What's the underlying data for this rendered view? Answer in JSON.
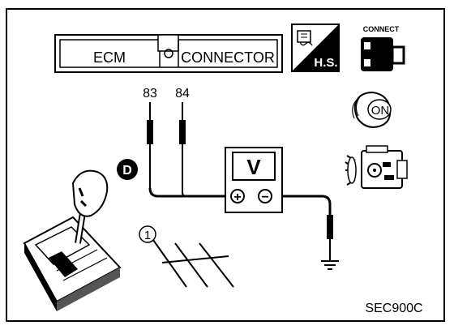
{
  "connector_label": {
    "ecm": "ECM",
    "connector": "CONNECTOR"
  },
  "icons": {
    "hs": "H.S.",
    "connect": "CONNECT",
    "ignition_on": "ON"
  },
  "terminals": [
    "83",
    "84"
  ],
  "voltmeter": {
    "symbol": "V",
    "plus": "+",
    "minus": "−"
  },
  "shift_position": "D",
  "callout": "1",
  "reference_code": "SEC900C"
}
